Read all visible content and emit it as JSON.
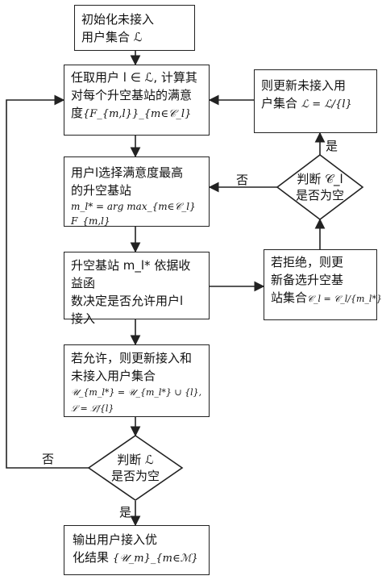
{
  "nodes": {
    "init": {
      "line1": "初始化未接入",
      "line2": "用户集合 ℒ"
    },
    "pick": {
      "line1": "任取用户 l ∈ ℒ, 计算其",
      "line2": "对每个升空基站的满意",
      "line3_prefix": "度",
      "line3_math": "{F_{m,l}}_{m∈𝒞_l}"
    },
    "select": {
      "line1": "用户l选择满意度最高",
      "line2_prefix": "的升空基站",
      "line2_math": "m_l* = arg max_{m∈𝒞_l} F_{m,l}"
    },
    "decide": {
      "line1": "升空基站 m_l* 依据收益函",
      "line2": "数决定是否允许用户l",
      "line3": "接入"
    },
    "allow": {
      "line1": "若允许，则更新接入和",
      "line2": "未接入用户集合",
      "line3_math": "𝒰_{m_l*} = 𝒰_{m_l*} ∪ {l}, ℒ = ℒ/{l}"
    },
    "judge_L": {
      "line1": "判断 ℒ",
      "line2": "是否为空"
    },
    "output": {
      "line1": "输出用户接入优",
      "line2_prefix": "化结果",
      "line2_math": "{𝒰_m}_{m∈ℳ}"
    },
    "reject": {
      "line1": "若拒绝，则更",
      "line2": "新备选升空基",
      "line3_prefix": "站集合",
      "line3_math": "𝒞_l = 𝒞_l/{m_l*}"
    },
    "judge_C": {
      "line1": "判断 𝒞_l",
      "line2": "是否为空"
    },
    "update": {
      "line1": "则更新未接入用",
      "line2_prefix": "户集合",
      "line2_math": "ℒ = ℒ/{l}"
    }
  },
  "edge_labels": {
    "judge_C_yes": "是",
    "judge_C_no": "否",
    "judge_L_no": "否",
    "judge_L_yes": "是"
  }
}
